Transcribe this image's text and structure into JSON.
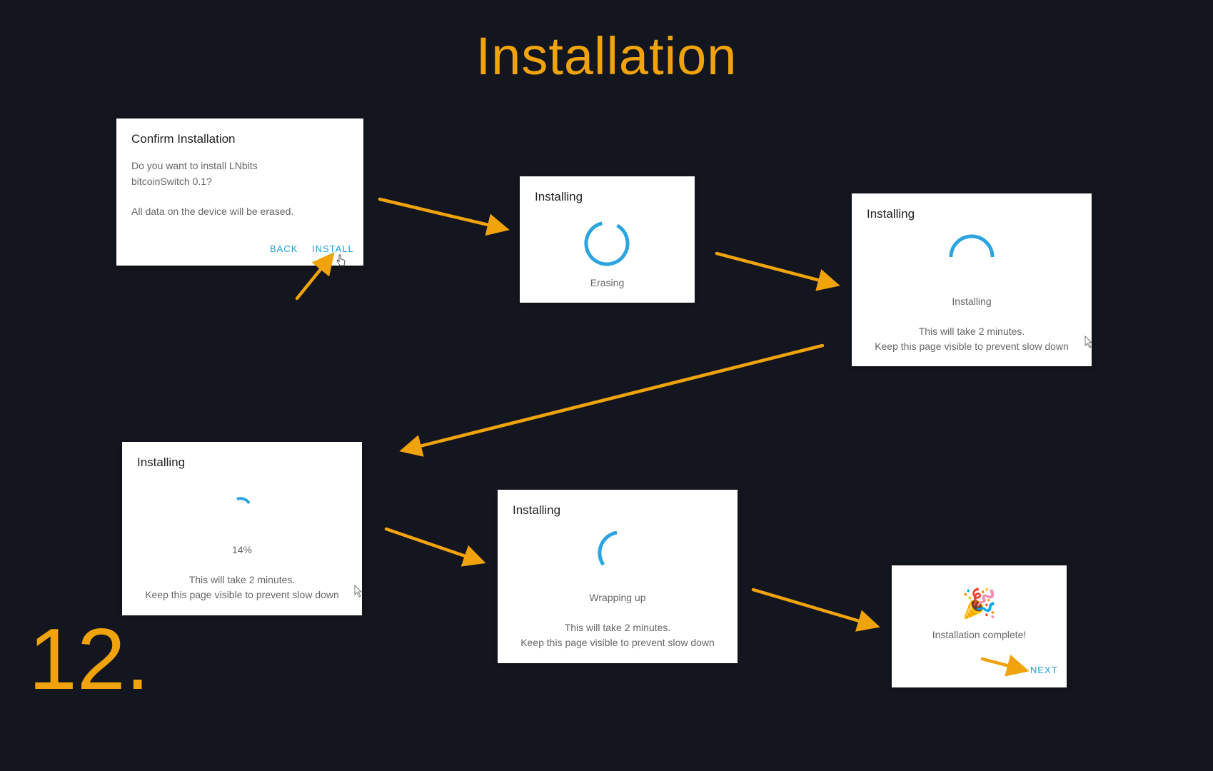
{
  "page": {
    "title": "Installation",
    "step_number": "12."
  },
  "confirm": {
    "title": "Confirm Installation",
    "line1": "Do you want to install LNbits",
    "line2": "bitcoinSwitch 0.1?",
    "line3": "All data on the device will be erased.",
    "back_label": "BACK",
    "install_label": "INSTALL"
  },
  "erasing": {
    "title": "Installing",
    "status": "Erasing"
  },
  "installing": {
    "title": "Installing",
    "status": "Installing",
    "note1": "This will take 2 minutes.",
    "note2": "Keep this page visible to prevent slow down"
  },
  "progress": {
    "title": "Installing",
    "status": "14%",
    "percent": 14,
    "note1": "This will take 2 minutes.",
    "note2": "Keep this page visible to prevent slow down"
  },
  "wrapping": {
    "title": "Installing",
    "status": "Wrapping up",
    "note1": "This will take 2 minutes.",
    "note2": "Keep this page visible to prevent slow down"
  },
  "complete": {
    "icon": "party-popper-icon",
    "status": "Installation complete!",
    "next_label": "NEXT"
  },
  "colors": {
    "background": "#14161f",
    "accent": "#f0a30a",
    "spinner": "#2ba4e0",
    "button": "#1e9ed8"
  }
}
